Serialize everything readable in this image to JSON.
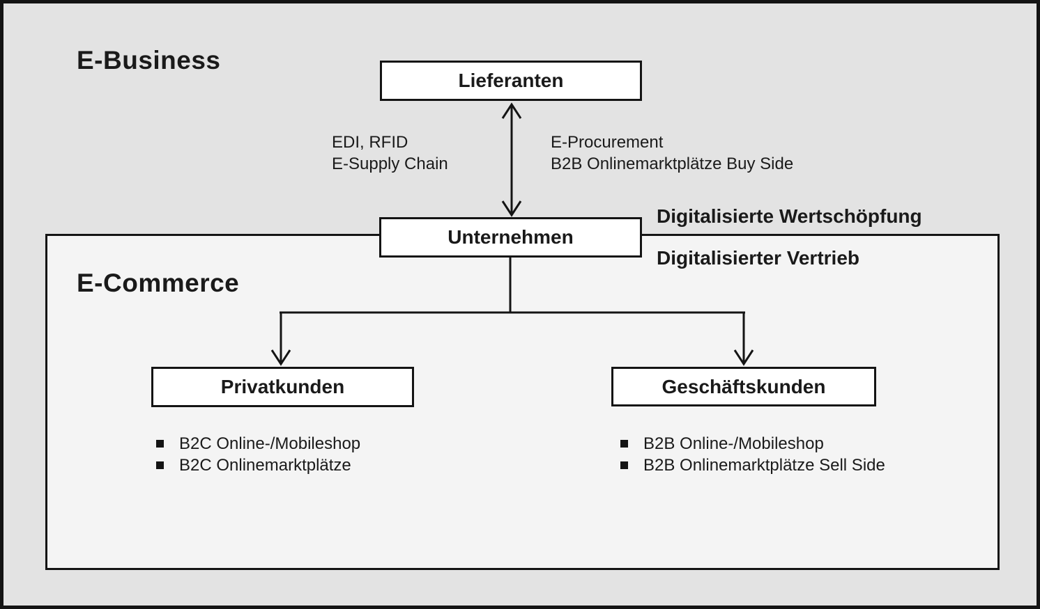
{
  "diagram": {
    "ebusiness_label": "E-Business",
    "ecommerce_label": "E-Commerce",
    "nodes": {
      "lieferanten": "Lieferanten",
      "unternehmen": "Unternehmen",
      "privatkunden": "Privatkunden",
      "geschaeftskunden": "Geschäftskunden"
    },
    "supplier_link_labels": {
      "left_line1": "EDI, RFID",
      "left_line2": "E-Supply Chain",
      "right_line1": "E-Procurement",
      "right_line2": "B2B Onlinemarktplätze Buy Side"
    },
    "annotations": {
      "wertschoepfung": "Digitalisierte Wertschöpfung",
      "vertrieb": "Digitalisierter Vertrieb"
    },
    "privatkunden_items": [
      "B2C Online-/Mobileshop",
      "B2C Onlinemarktplätze"
    ],
    "geschaeftskunden_items": [
      "B2B Online-/Mobileshop",
      "B2B Onlinemarktplätze Sell Side"
    ],
    "colors": {
      "outer_background": "#e3e3e3",
      "inner_background": "#f4f4f4",
      "node_background": "#ffffff",
      "line_color": "#141414"
    }
  }
}
